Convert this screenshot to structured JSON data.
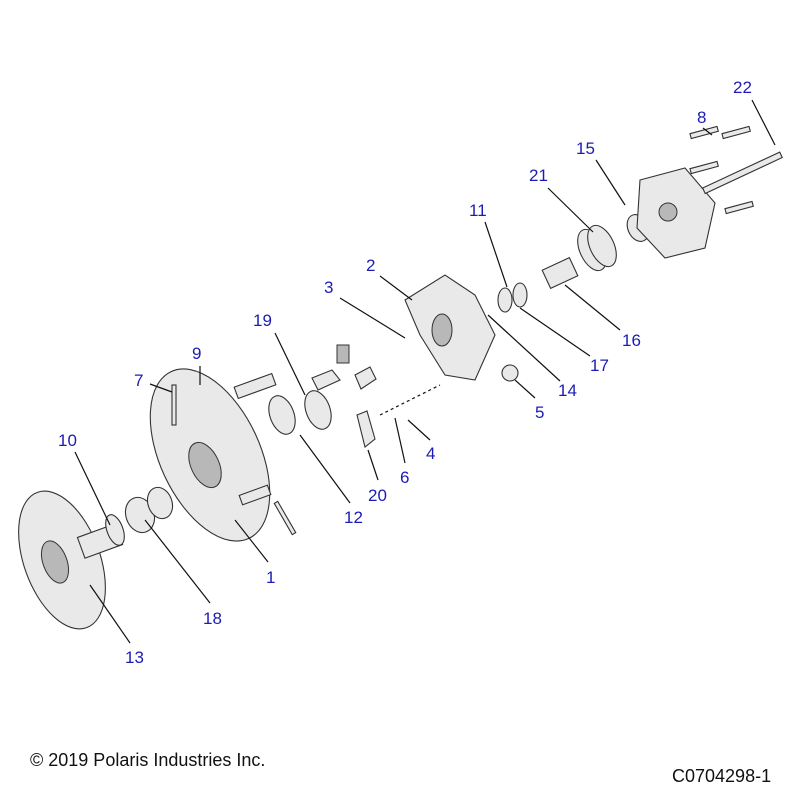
{
  "diagram": {
    "callouts": [
      "22",
      "8",
      "15",
      "21",
      "11",
      "2",
      "3",
      "16",
      "17",
      "14",
      "5",
      "19",
      "9",
      "7",
      "4",
      "6",
      "20",
      "12",
      "10",
      "1",
      "18",
      "13"
    ]
  },
  "footer": {
    "copyright": "© 2019 Polaris Industries Inc.",
    "drawing_number": "C0704298-1"
  }
}
